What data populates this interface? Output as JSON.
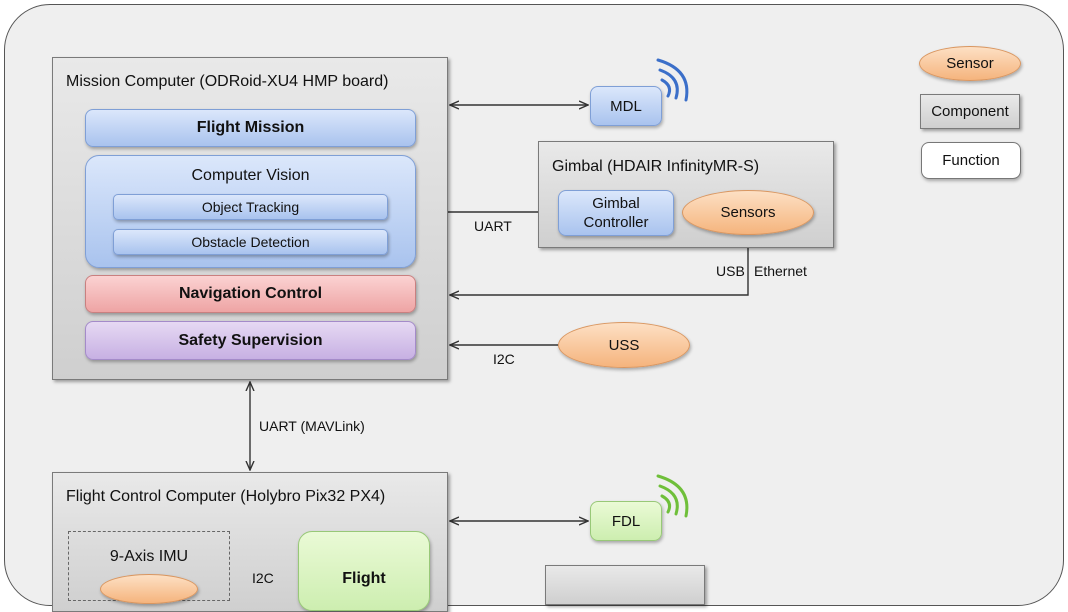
{
  "mission": {
    "title": "Mission Computer (ODRoid-XU4 HMP board)",
    "flight_mission": "Flight Mission",
    "computer_vision": "Computer Vision",
    "object_tracking": "Object Tracking",
    "obstacle_detection": "Obstacle Detection",
    "navigation_control": "Navigation Control",
    "safety_supervision": "Safety Supervision"
  },
  "mdl": "MDL",
  "gimbal": {
    "title": "Gimbal (HDAIR InfinityMR-S)",
    "controller_line1": "Gimbal",
    "controller_line2": "Controller",
    "sensors": "Sensors"
  },
  "uss": "USS",
  "links": {
    "uart": "UART",
    "usb": "USB",
    "ethernet": "Ethernet",
    "i2c": "I2C",
    "uart_mavlink": "UART (MAVLink)",
    "i2c_fc": "I2C"
  },
  "legend": {
    "sensor": "Sensor",
    "component": "Component",
    "function": "Function"
  },
  "flight_control": {
    "title": "Flight Control Computer (Holybro Pix32 PX4)",
    "imu": "9-Axis IMU",
    "flight": "Flight"
  },
  "fdl": "FDL"
}
